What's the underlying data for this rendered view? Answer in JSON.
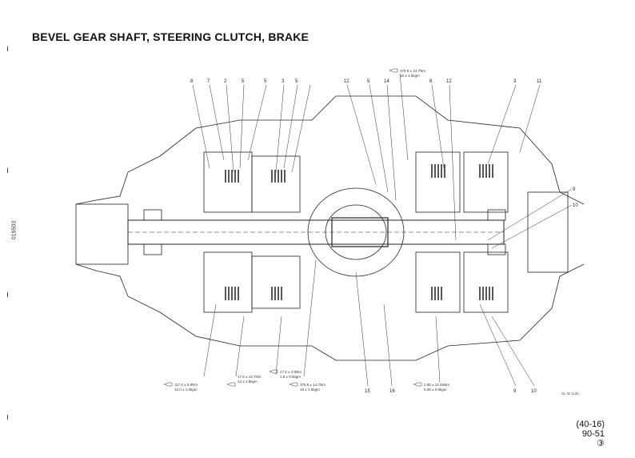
{
  "title": "BEVEL GEAR SHAFT, STEERING CLUTCH, BRAKE",
  "side_id": "019503",
  "fig_ref": "SL W 1130",
  "page_ref": {
    "section": "(40-16)",
    "code": "90-51",
    "mark": "③"
  },
  "top_labels": [
    "8",
    "7",
    "2",
    "5",
    "5",
    "3",
    "5",
    "12",
    "5",
    "14",
    "6",
    "12",
    "3",
    "11"
  ],
  "right_labels": [
    "9",
    "10"
  ],
  "bottom_labels": [
    "15",
    "16",
    "9",
    "10"
  ],
  "torque_notes": [
    {
      "line1": "117.6 ± 9.8Nm",
      "line2": "12.0 ± 1.0kgm"
    },
    {
      "line1": "17.6 ± 14.7Nm",
      "line2": "12 ± 1.5kgm"
    },
    {
      "line1": "17.6 ± 4.9Nm",
      "line2": "1.8 ± 0.5kgm"
    },
    {
      "line1": "176.5 ± 14.7Nm",
      "line2": "18 ± 1.5kgm"
    },
    {
      "line1": "2.85 ± 12.45Nm",
      "line2": "0.28 ± 0.5kgm"
    }
  ],
  "top_torque_note": {
    "line1": "176.5 ± 14.7Nm",
    "line2": "18 ± 1.5kgm"
  }
}
